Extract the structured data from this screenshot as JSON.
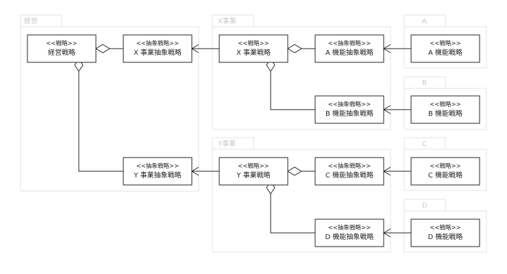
{
  "packages": {
    "keiei": {
      "label": "経営"
    },
    "x_jigyo": {
      "label": "X事業"
    },
    "y_jigyo": {
      "label": "Y事業"
    },
    "a": {
      "label": "A"
    },
    "b": {
      "label": "B"
    },
    "c": {
      "label": "C"
    },
    "d": {
      "label": "D"
    }
  },
  "classes": {
    "keiei_senryaku": {
      "stereotype": "<<戦略>>",
      "name": "経営戦略"
    },
    "x_abstract": {
      "stereotype": "<<抽象戦略>>",
      "name": "X 事業抽象戦略"
    },
    "y_abstract": {
      "stereotype": "<<抽象戦略>>",
      "name": "Y 事業抽象戦略"
    },
    "x_senryaku": {
      "stereotype": "<<戦略>>",
      "name": "X 事業戦略"
    },
    "y_senryaku": {
      "stereotype": "<<戦略>>",
      "name": "Y 事業戦略"
    },
    "a_abstract": {
      "stereotype": "<<抽象戦略>>",
      "name": "A 機能抽象戦略"
    },
    "b_abstract": {
      "stereotype": "<<抽象戦略>>",
      "name": "B 機能抽象戦略"
    },
    "c_abstract": {
      "stereotype": "<<抽象戦略>>",
      "name": "C 機能抽象戦略"
    },
    "d_abstract": {
      "stereotype": "<<抽象戦略>>",
      "name": "D 機能抽象戦略"
    },
    "a_senryaku": {
      "stereotype": "<<戦略>>",
      "name": "A 機能戦略"
    },
    "b_senryaku": {
      "stereotype": "<<戦略>>",
      "name": "B 機能戦略"
    },
    "c_senryaku": {
      "stereotype": "<<戦略>>",
      "name": "C 機能戦略"
    },
    "d_senryaku": {
      "stereotype": "<<戦略>>",
      "name": "D 機能戦略"
    }
  }
}
